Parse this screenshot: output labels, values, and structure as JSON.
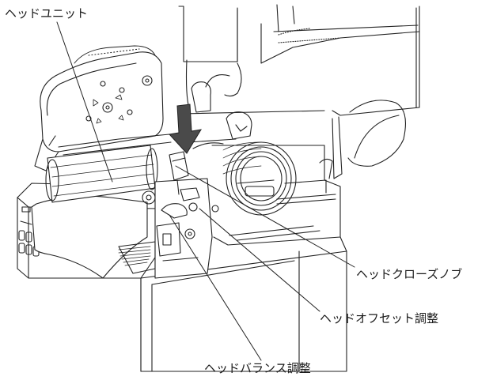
{
  "labels": {
    "head_unit": "ヘッドユニット",
    "head_close_knob": "ヘッドクローズノブ",
    "head_offset_adjust": "ヘッドオフセット調整",
    "head_balance_adjust": "ヘッドバランス調整"
  },
  "colors": {
    "line": "#222222",
    "arrow_fill": "#4a4a4a",
    "background": "#ffffff"
  }
}
